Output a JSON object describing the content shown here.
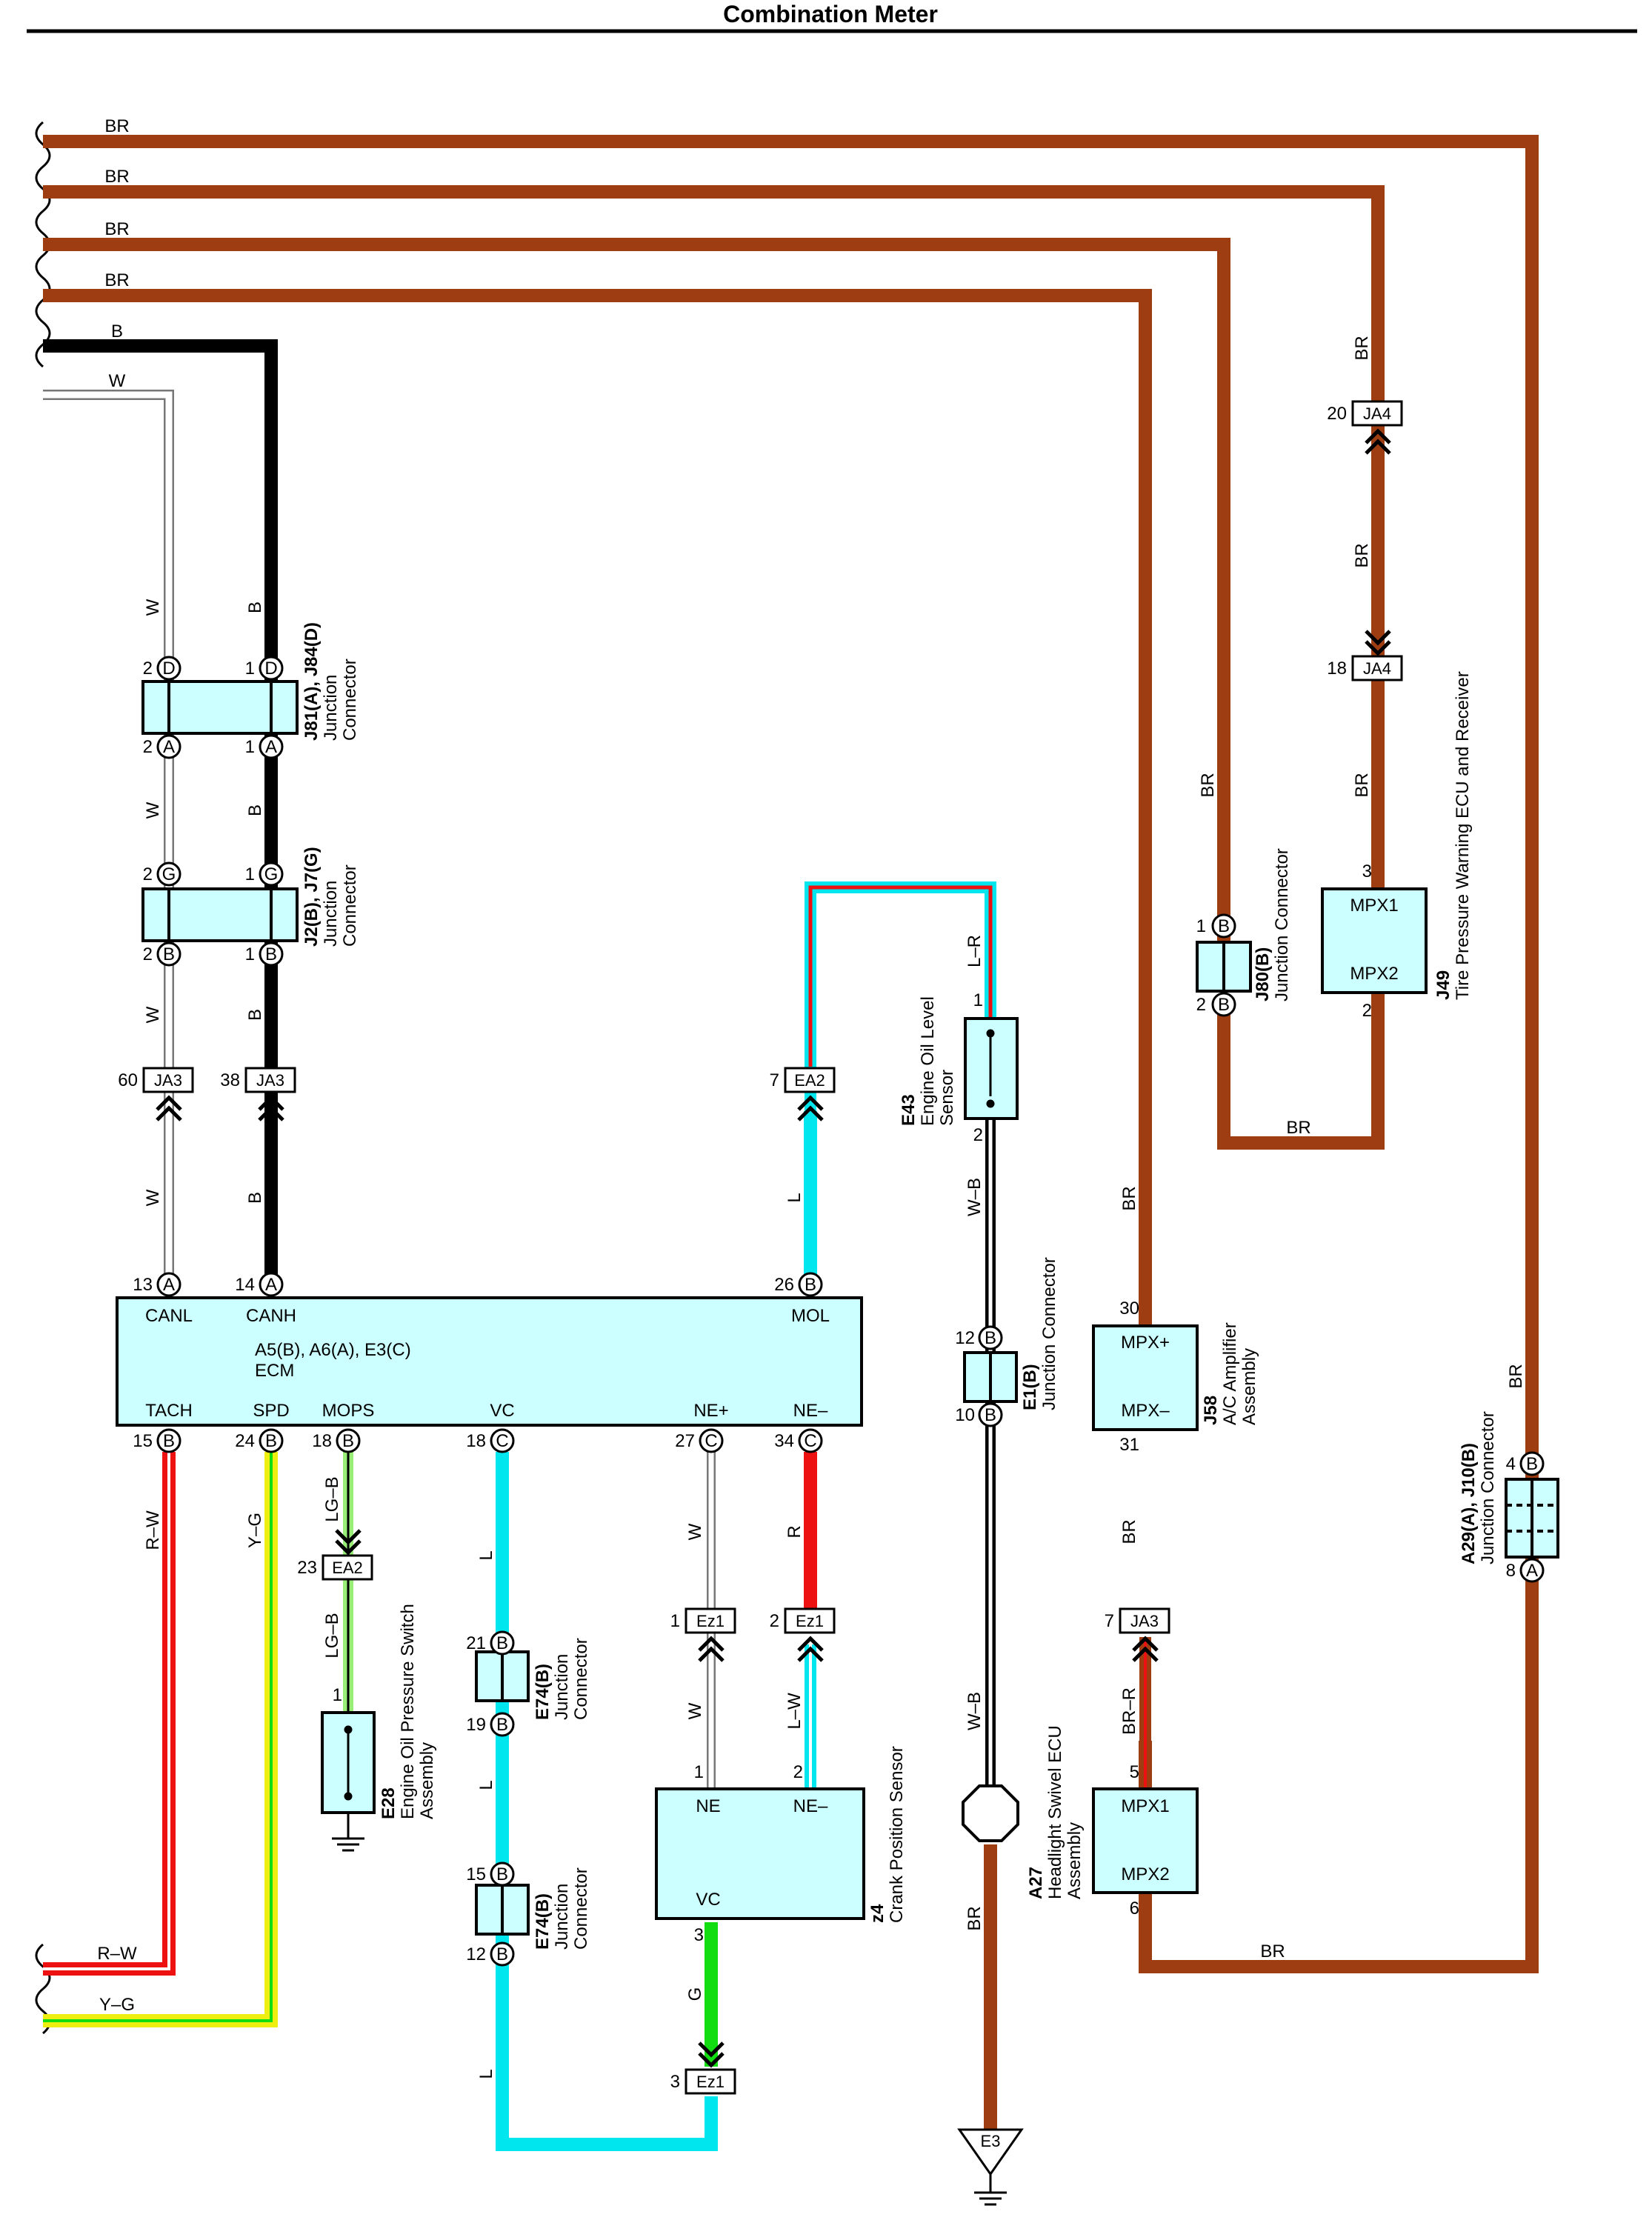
{
  "title": "Combination Meter",
  "colors": {
    "BR": "#9e3c12",
    "B": "#000000",
    "W": "#ffffff",
    "L": "#00e6ee",
    "R": "#ee1111",
    "G": "#11dd11",
    "Y": "#eeee11",
    "LG": "#99ee77",
    "box": "#ccffff"
  },
  "wires": {
    "left_br": [
      "BR",
      "BR",
      "BR",
      "BR"
    ],
    "left_b": "B",
    "left_w": "W",
    "w": "W",
    "b": "B",
    "l": "L",
    "lr": "L–R",
    "wb": "W–B",
    "br": "BR",
    "rw": "R–W",
    "yg": "Y–G",
    "lgb": "LG–B",
    "r": "R",
    "lw": "L–W",
    "g": "G",
    "brr": "BR–R"
  },
  "pins": {
    "p1": "1",
    "p2": "2",
    "p3": "3",
    "p4": "4",
    "p5": "5",
    "p6": "6",
    "p7": "7",
    "p8": "8",
    "p10": "10",
    "p12": "12",
    "p13": "13",
    "p14": "14",
    "p15": "15",
    "p18": "18",
    "p19": "19",
    "p20": "20",
    "p21": "21",
    "p23": "23",
    "p24": "24",
    "p26": "26",
    "p27": "27",
    "p30": "30",
    "p31": "31",
    "p34": "34",
    "p38": "38",
    "p60": "60"
  },
  "letters": {
    "A": "A",
    "B": "B",
    "C": "C",
    "D": "D",
    "G": "G"
  },
  "connectors": {
    "ja3": "JA3",
    "ja4": "JA4",
    "ea2": "EA2",
    "ez1": "Ez1",
    "e3": "E3"
  },
  "ecm": {
    "canl": "CANL",
    "canh": "CANH",
    "mol": "MOL",
    "name": "A5(B), A6(A), E3(C)",
    "sub": "ECM",
    "tach": "TACH",
    "spd": "SPD",
    "mops": "MOPS",
    "vc": "VC",
    "ne_plus": "NE+",
    "ne_minus": "NE–"
  },
  "components": {
    "j81": {
      "id": "J81(A), J84(D)",
      "l1": "Junction",
      "l2": "Connector"
    },
    "j2": {
      "id": "J2(B), J7(G)",
      "l1": "Junction",
      "l2": "Connector"
    },
    "e43": {
      "id": "E43",
      "l1": "Engine Oil Level",
      "l2": "Sensor"
    },
    "j80": {
      "id": "J80(B)",
      "l1": "Junction Connector"
    },
    "j49": {
      "id": "J49",
      "l1": "Tire Pressure Warning ECU and Receiver",
      "pin1": "MPX1",
      "pin2": "MPX2"
    },
    "e1": {
      "id": "E1(B)",
      "l1": "Junction Connector"
    },
    "j58": {
      "id": "J58",
      "l1": "A/C Amplifier",
      "l2": "Assembly",
      "pin1": "MPX+",
      "pin2": "MPX–"
    },
    "a29": {
      "id": "A29(A), J10(B)",
      "l1": "Junction Connector"
    },
    "e28": {
      "id": "E28",
      "l1": "Engine Oil Pressure Switch",
      "l2": "Assembly"
    },
    "e74a": {
      "id": "E74(B)",
      "l1": "Junction",
      "l2": "Connector"
    },
    "e74b": {
      "id": "E74(B)",
      "l1": "Junction",
      "l2": "Connector"
    },
    "z4": {
      "id": "z4",
      "l1": "Crank Position Sensor",
      "pin1": "NE",
      "pin2": "NE–",
      "pin3": "VC"
    },
    "a27": {
      "id": "A27",
      "l1": "Headlight Swivel ECU",
      "l2": "Assembly",
      "pin1": "MPX1",
      "pin2": "MPX2"
    }
  }
}
